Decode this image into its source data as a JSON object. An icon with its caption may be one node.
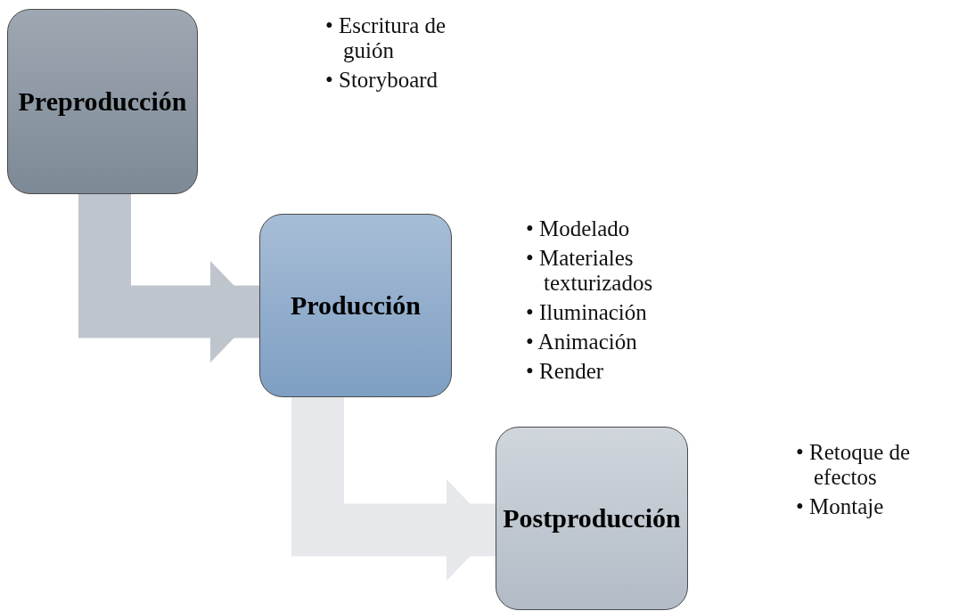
{
  "diagram": {
    "nodes": [
      {
        "text": [
          "Preproducción"
        ],
        "beside": [
          "• Escritura de guión",
          "• Storyboard"
        ]
      },
      {
        "text": [
          "Producción"
        ],
        "beside": [
          "• Modelado",
          "• Materiales texturizados",
          "• Iluminación",
          "• Animación",
          "• Render"
        ]
      },
      {
        "text": [
          "Postproducción"
        ],
        "beside": [
          "• Retoque de efectos",
          "• Montaje"
        ]
      }
    ],
    "edges": [
      {
        "from": 0,
        "to": 1,
        "arrow": "to",
        "color": "#bfc5cd"
      },
      {
        "from": 1,
        "to": 2,
        "arrow": "to",
        "color": "#e6e8eb"
      }
    ]
  }
}
